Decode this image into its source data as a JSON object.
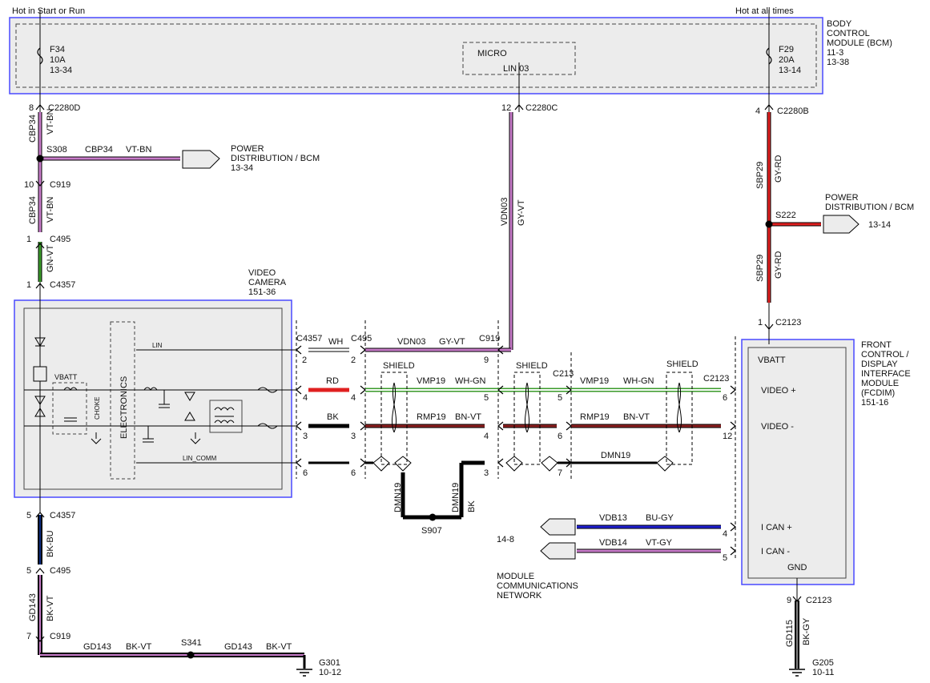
{
  "top": {
    "hot_run": "Hot in Start or Run",
    "hot_always": "Hot at all times"
  },
  "bcm": {
    "title1": "BODY",
    "title2": "CONTROL",
    "title3": "MODULE (BCM)",
    "ref1": "11-3",
    "ref2": "13-38",
    "fuse1_name": "F34",
    "fuse1_rating": "10A",
    "fuse1_ref": "13-34",
    "fuse2_name": "F29",
    "fuse2_rating": "20A",
    "fuse2_ref": "13-14",
    "micro": "MICRO",
    "lin": "LIN 03"
  },
  "left_branch": {
    "pin8": "8",
    "c2280d": "C2280D",
    "cbp34_a": "CBP34",
    "vtbn_a": "VT-BN",
    "s308": "S308",
    "cbp34_h": "CBP34",
    "vtbn_h": "VT-BN",
    "pd1": "POWER",
    "pd2": "DISTRIBUTION / BCM",
    "pd3": "13-34",
    "pin10": "10",
    "c919": "C919",
    "cbp34_b": "CBP34",
    "vtbn_b": "VT-BN",
    "pin1a": "1",
    "c495": "C495",
    "gnvt": "GN-VT",
    "pin1b": "1",
    "c4357": "C4357"
  },
  "camera": {
    "t1": "VIDEO",
    "t2": "CAMERA",
    "t3": "151-36",
    "vbatt": "VBATT",
    "choke": "CHOKE",
    "electronics": "ELECTRONICS",
    "lin": "LIN",
    "lin_comm": "LIN_COMM"
  },
  "middle": {
    "c4357": "C4357",
    "wh": "WH",
    "c495": "C495",
    "vdn03": "VDN03",
    "gyvt": "GY-VT",
    "c919": "C919",
    "p2a": "2",
    "p2b": "2",
    "p9": "9",
    "rd": "RD",
    "shield": "SHIELD",
    "vmp19_a": "VMP19",
    "whgn_a": "WH-GN",
    "p4a": "4",
    "p4b": "4",
    "p5a": "5",
    "bk": "BK",
    "rmp19_a": "RMP19",
    "bnvt_a": "BN-VT",
    "p3a": "3",
    "p3b": "3",
    "p4c": "4",
    "p6a": "6",
    "p6b": "6",
    "p3c": "3",
    "dmn19_a": "DMN19",
    "dmn19_b": "DMN19",
    "bk2": "BK",
    "s907": "S907"
  },
  "vdn03_vertical": {
    "pin12": "12",
    "c2280c": "C2280C",
    "vdn03": "VDN03",
    "gyvt": "GY-VT"
  },
  "right_middle": {
    "shield2": "SHIELD",
    "c213": "C213",
    "p5b": "5",
    "vmp19_b": "VMP19",
    "whgn_b": "WH-GN",
    "c2123": "C2123",
    "p6c": "6",
    "p6d": "6",
    "rmp19_b": "RMP19",
    "bnvt_b": "BN-VT",
    "p12": "12",
    "p7": "7",
    "dmn19_c": "DMN19",
    "shield3": "SHIELD"
  },
  "sbp_branch": {
    "pin4": "4",
    "c2280b": "C2280B",
    "sbp29_a": "SBP29",
    "gyrd_a": "GY-RD",
    "s222": "S222",
    "pd1": "POWER",
    "pd2": "DISTRIBUTION / BCM",
    "pd3": "13-14",
    "sbp29_b": "SBP29",
    "gyrd_b": "GY-RD",
    "pin1": "1",
    "c2123": "C2123"
  },
  "fcdim": {
    "t1": "FRONT",
    "t2": "CONTROL /",
    "t3": "DISPLAY",
    "t4": "INTERFACE",
    "t5": "MODULE",
    "t6": "(FCDIM)",
    "t7": "151-16",
    "vbatt": "VBATT",
    "video_plus": "VIDEO +",
    "video_minus": "VIDEO -",
    "ican_plus": "I CAN +",
    "ican_minus": "I CAN -",
    "gnd": "GND"
  },
  "can": {
    "vdb13": "VDB13",
    "bugy": "BU-GY",
    "vdb14": "VDB14",
    "vtgy": "VT-GY",
    "p4": "4",
    "p5": "5",
    "ref": "14-8",
    "net1": "MODULE",
    "net2": "COMMUNICATIONS",
    "net3": "NETWORK"
  },
  "ground_left": {
    "pin5a": "5",
    "c4357": "C4357",
    "bkbu": "BK-BU",
    "pin5b": "5",
    "c495": "C495",
    "gd143_v": "GD143",
    "bkvt_v": "BK-VT",
    "pin7": "7",
    "c919": "C919",
    "gd143_h1": "GD143",
    "bkvt_h1": "BK-VT",
    "s341": "S341",
    "gd143_h2": "GD143",
    "bkvt_h2": "BK-VT",
    "g301": "G301",
    "g301_ref": "10-12"
  },
  "ground_right": {
    "pin9": "9",
    "c2123": "C2123",
    "gd115": "GD115",
    "bkgy": "BK-GY",
    "g205": "G205",
    "g205_ref": "10-11"
  },
  "colors": {
    "violet": "#c77bc9",
    "brown": "#8a1f1f",
    "gray": "#808080",
    "green": "#3a9a2a",
    "red": "#e02020",
    "blue": "#1f1fd0",
    "black": "#000000",
    "module_outline": "#4a4aff",
    "module_fill": "#eeeeee"
  }
}
